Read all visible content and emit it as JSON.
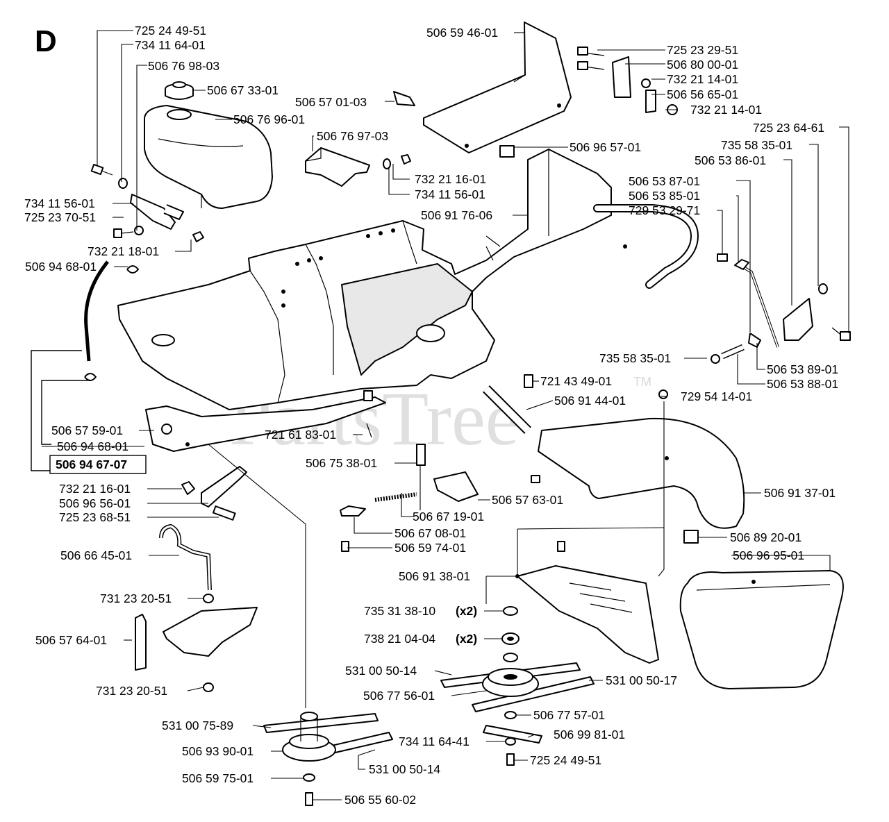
{
  "section_letter": "D",
  "watermark": {
    "text": "PartsTree",
    "tm": "TM"
  },
  "kit_label": "506 94 67-07",
  "labels": [
    {
      "text": "725 24 49-51"
    },
    {
      "text": "734 11 64-01"
    },
    {
      "text": "506 76 98-03"
    },
    {
      "text": "506 67 33-01"
    },
    {
      "text": "506 76 96-01"
    },
    {
      "text": "506 59 46-01"
    },
    {
      "text": "506 57 01-03"
    },
    {
      "text": "725 23 29-51"
    },
    {
      "text": "506 80 00-01"
    },
    {
      "text": "732 21 14-01"
    },
    {
      "text": "506 56 65-01"
    },
    {
      "text": "732 21 14-01"
    },
    {
      "text": "725 23 64-61"
    },
    {
      "text": "735 58 35-01"
    },
    {
      "text": "506 53 86-01"
    },
    {
      "text": "506 53 87-01"
    },
    {
      "text": "506 53 85-01"
    },
    {
      "text": "729 53 29-71"
    },
    {
      "text": "506 76 97-03"
    },
    {
      "text": "732 21 16-01"
    },
    {
      "text": "734 11 56-01"
    },
    {
      "text": "506 96 57-01"
    },
    {
      "text": "506 91 76-06"
    },
    {
      "text": "734 11 56-01"
    },
    {
      "text": "725 23 70-51"
    },
    {
      "text": "732 21 18-01"
    },
    {
      "text": "506 94 68-01"
    },
    {
      "text": "735 58 35-01"
    },
    {
      "text": "506 53 89-01"
    },
    {
      "text": "506 53 88-01"
    },
    {
      "text": "721 43 49-01"
    },
    {
      "text": "506 91 44-01"
    },
    {
      "text": "729 54 14-01"
    },
    {
      "text": "506 57 59-01"
    },
    {
      "text": "506 94 68-01"
    },
    {
      "text": "721 61 83-01"
    },
    {
      "text": "506 75 38-01"
    },
    {
      "text": "732 21 16-01"
    },
    {
      "text": "506 96 56-01"
    },
    {
      "text": "725 23 68-51"
    },
    {
      "text": "506 57 63-01"
    },
    {
      "text": "506 91 37-01"
    },
    {
      "text": "506 67 19-01"
    },
    {
      "text": "506 67 08-01"
    },
    {
      "text": "506 59 74-01"
    },
    {
      "text": "506 89 20-01"
    },
    {
      "text": "506 66 45-01"
    },
    {
      "text": "506 96 95-01"
    },
    {
      "text": "506 91 38-01"
    },
    {
      "text": "731 23 20-51"
    },
    {
      "text": "735 31 38-10",
      "qty": "(x2)"
    },
    {
      "text": "738 21 04-04",
      "qty": "(x2)"
    },
    {
      "text": "506 57 64-01"
    },
    {
      "text": "531 00 50-14"
    },
    {
      "text": "531 00 50-17"
    },
    {
      "text": "506 77 56-01"
    },
    {
      "text": "731 23 20-51"
    },
    {
      "text": "506 77 57-01"
    },
    {
      "text": "531 00 75-89"
    },
    {
      "text": "506 99 81-01"
    },
    {
      "text": "734 11 64-41"
    },
    {
      "text": "506 93 90-01"
    },
    {
      "text": "531 00 50-14"
    },
    {
      "text": "725 24 49-51"
    },
    {
      "text": "506 59 75-01"
    },
    {
      "text": "506 55 60-02"
    }
  ]
}
